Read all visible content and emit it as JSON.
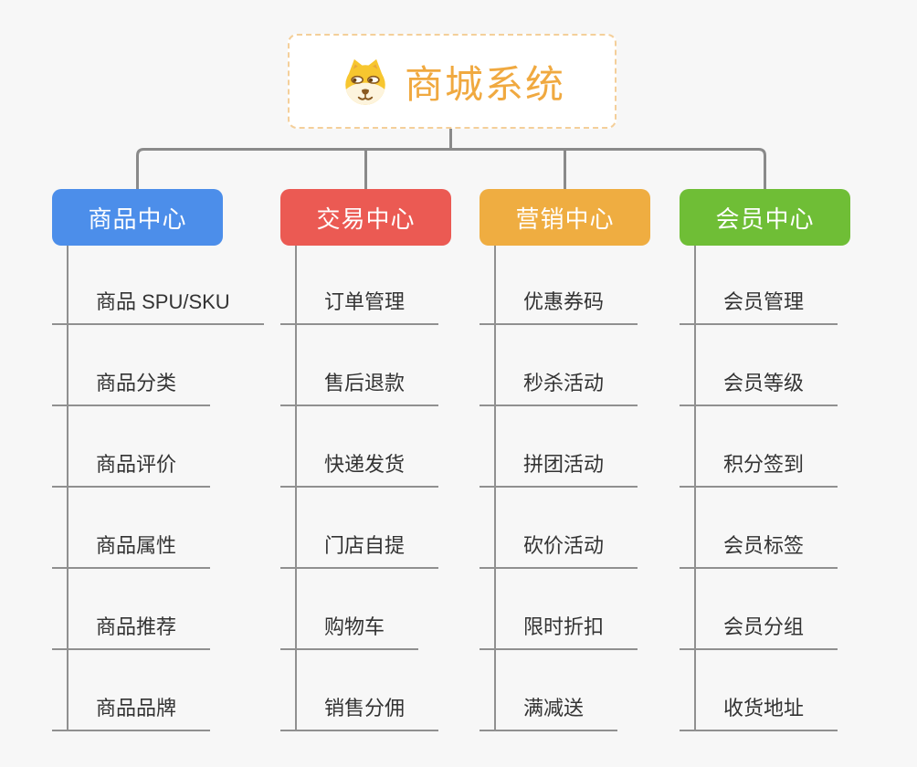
{
  "canvas": {
    "background": "#f7f7f7"
  },
  "root": {
    "title": "商城系统",
    "icon": "dog-icon",
    "title_color": "#f0a940",
    "border_color": "#f4cf9a"
  },
  "connector_color": "#8a8a8a",
  "line_color": "#909090",
  "branches": [
    {
      "label": "商品中心",
      "color": "#4c8eea",
      "children": [
        "商品 SPU/SKU",
        "商品分类",
        "商品评价",
        "商品属性",
        "商品推荐",
        "商品品牌"
      ]
    },
    {
      "label": "交易中心",
      "color": "#eb5a53",
      "children": [
        "订单管理",
        "售后退款",
        "快递发货",
        "门店自提",
        "购物车",
        "销售分佣"
      ]
    },
    {
      "label": "营销中心",
      "color": "#efad41",
      "children": [
        "优惠券码",
        "秒杀活动",
        "拼团活动",
        "砍价活动",
        "限时折扣",
        "满减送"
      ]
    },
    {
      "label": "会员中心",
      "color": "#6fbe36",
      "children": [
        "会员管理",
        "会员等级",
        "积分签到",
        "会员标签",
        "会员分组",
        "收货地址"
      ]
    }
  ]
}
